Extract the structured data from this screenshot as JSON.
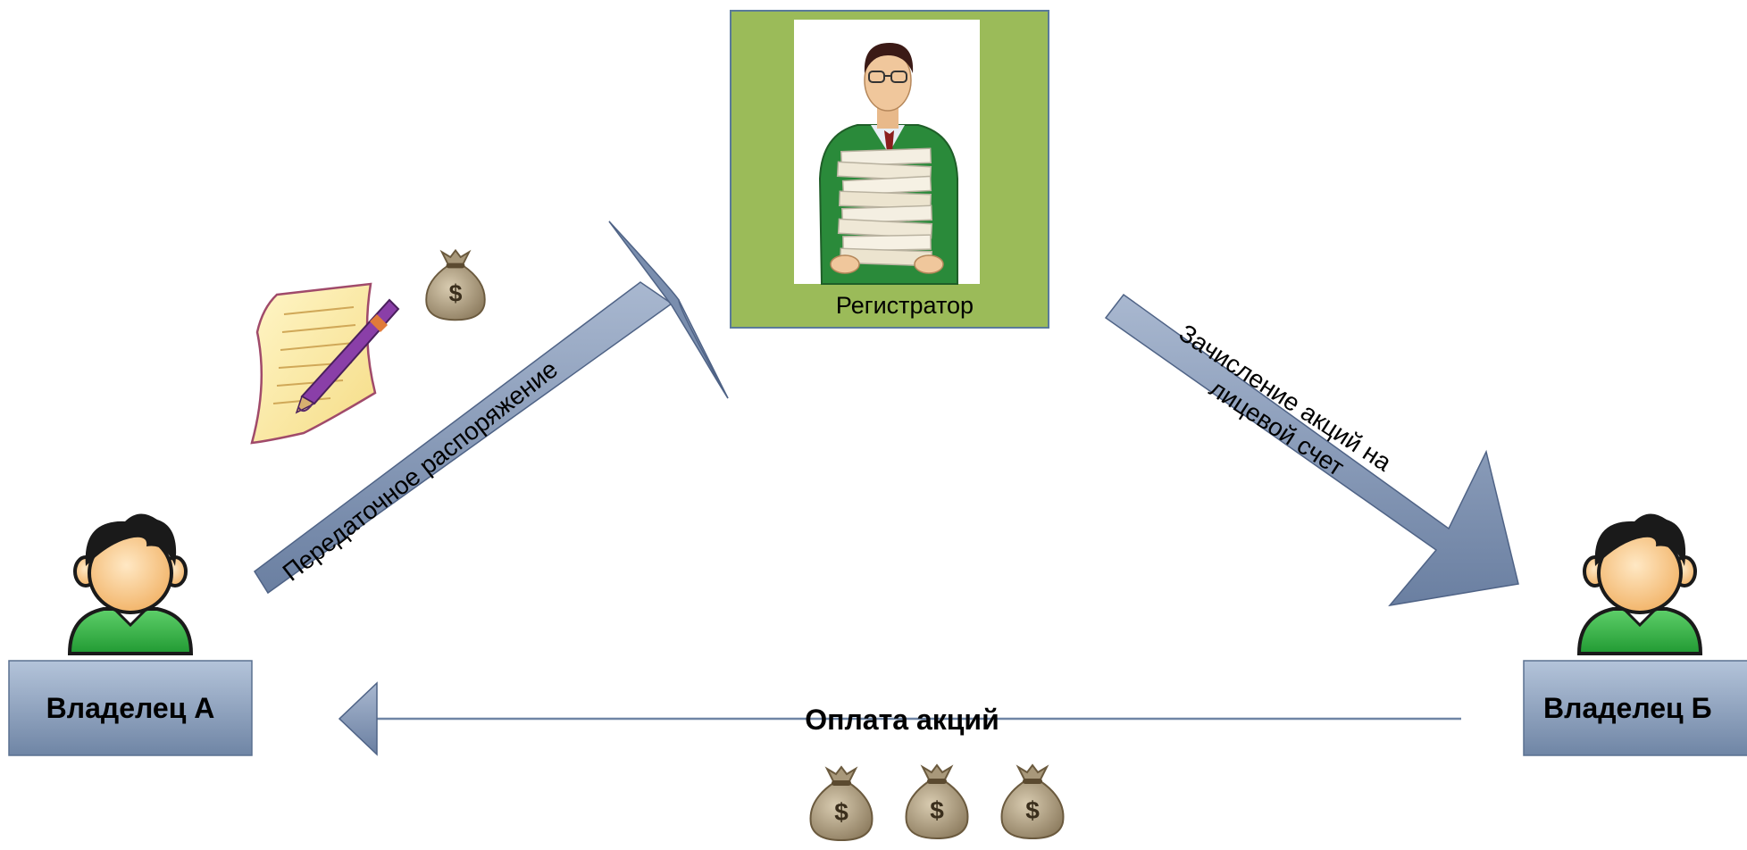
{
  "registrar": {
    "label": "Регистратор"
  },
  "owner_a": {
    "label": "Владелец А"
  },
  "owner_b": {
    "label": "Владелец Б"
  },
  "arrows": {
    "transfer_order": "Передаточное распоряжение",
    "crediting_line1": "Зачисление акций на",
    "crediting_line2": "лицевой счет",
    "payment": "Оплата акций"
  },
  "money_symbol": "$",
  "icons": [
    "registrar-clerk-icon",
    "person-icon",
    "document-pen-icon",
    "money-bag-icon"
  ],
  "colors": {
    "registrar_box": "#9bbb59",
    "owner_box": "#8497b0",
    "arrow_fill": "#8497b0",
    "person_shirt": "#3cb34a",
    "person_hair": "#1a1a1a",
    "person_skin": "#f7c98b"
  }
}
